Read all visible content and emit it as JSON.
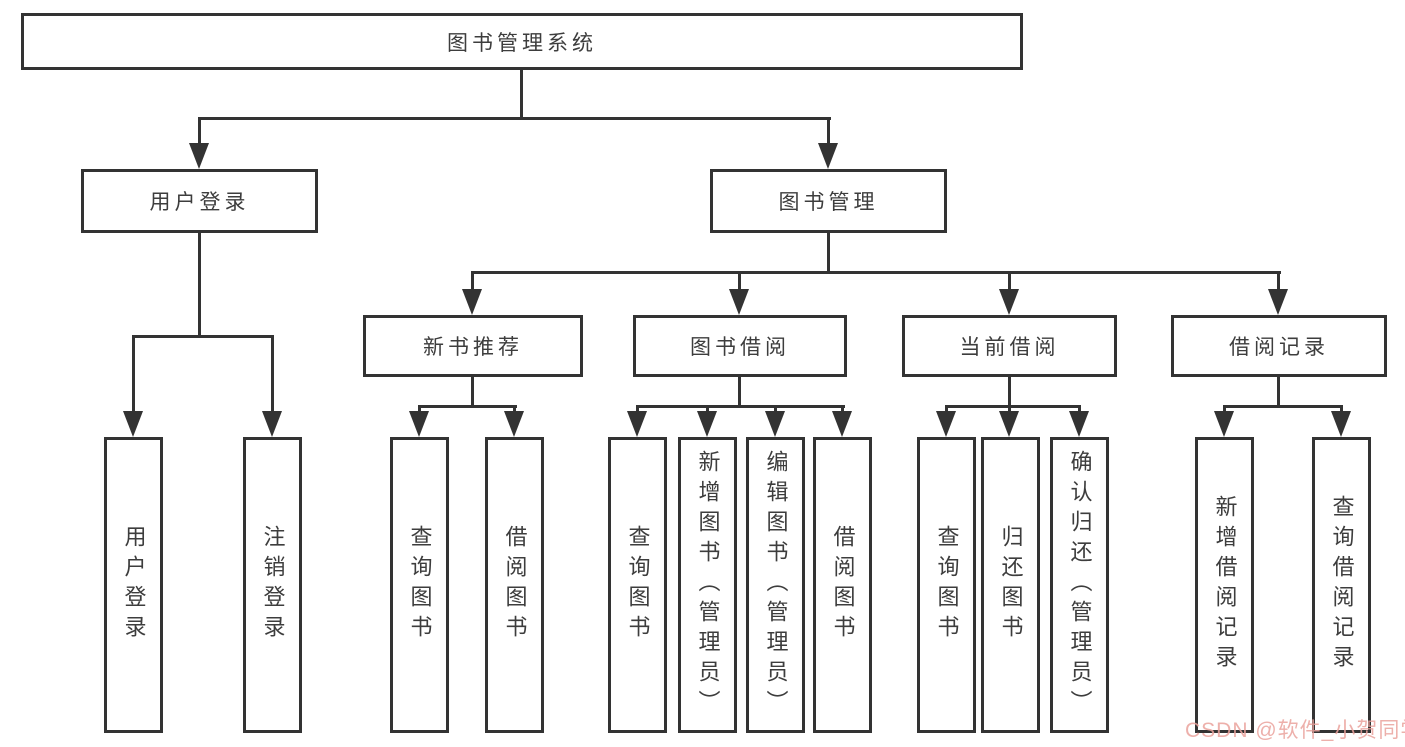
{
  "title": "图书管理系统",
  "tree": {
    "label": "图书管理系统",
    "children": [
      {
        "label": "用户登录",
        "children": [
          {
            "label": "用户登录"
          },
          {
            "label": "注销登录"
          }
        ]
      },
      {
        "label": "图书管理",
        "children": [
          {
            "label": "新书推荐",
            "children": [
              {
                "label": "查询图书"
              },
              {
                "label": "借阅图书"
              }
            ]
          },
          {
            "label": "图书借阅",
            "children": [
              {
                "label": "查询图书"
              },
              {
                "label": "新增图书（管理员）"
              },
              {
                "label": "编辑图书（管理员）"
              },
              {
                "label": "借阅图书"
              }
            ]
          },
          {
            "label": "当前借阅",
            "children": [
              {
                "label": "查询图书"
              },
              {
                "label": "归还图书"
              },
              {
                "label": "确认归还（管理员）"
              }
            ]
          },
          {
            "label": "借阅记录",
            "children": [
              {
                "label": "新增借阅记录"
              },
              {
                "label": "查询借阅记录"
              }
            ]
          }
        ]
      }
    ]
  },
  "watermark": {
    "text": "CSDN @软件_小贺同学",
    "color": "#eba39d"
  },
  "colors": {
    "line": "#333333",
    "box_border": "#333333",
    "text": "#3d3d3d",
    "background": "#ffffff"
  }
}
